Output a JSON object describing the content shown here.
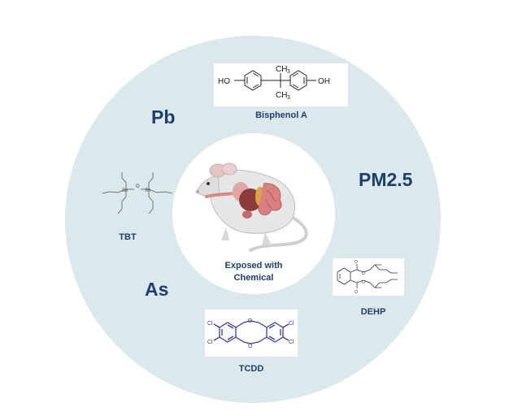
{
  "center": {
    "line1": "Exposed with",
    "line2": "Chemical"
  },
  "chemicals": {
    "pb": "Pb",
    "pm25": "PM2.5",
    "as": "As",
    "bisphenol_a": "Bisphenol A",
    "tbt": "TBT",
    "dehp": "DEHP",
    "tcdd": "TCDD"
  },
  "structure_text": {
    "bpa_ho": "HO",
    "bpa_oh": "OH",
    "bpa_ch3_top": "CH",
    "bpa_ch3_bot": "CH",
    "sub3": "3"
  },
  "colors": {
    "ring": "#dce9ec",
    "label": "#1e3f6d",
    "tcdd_structure": "#3b3f9a",
    "mouse_body": "#e6e6e6"
  }
}
